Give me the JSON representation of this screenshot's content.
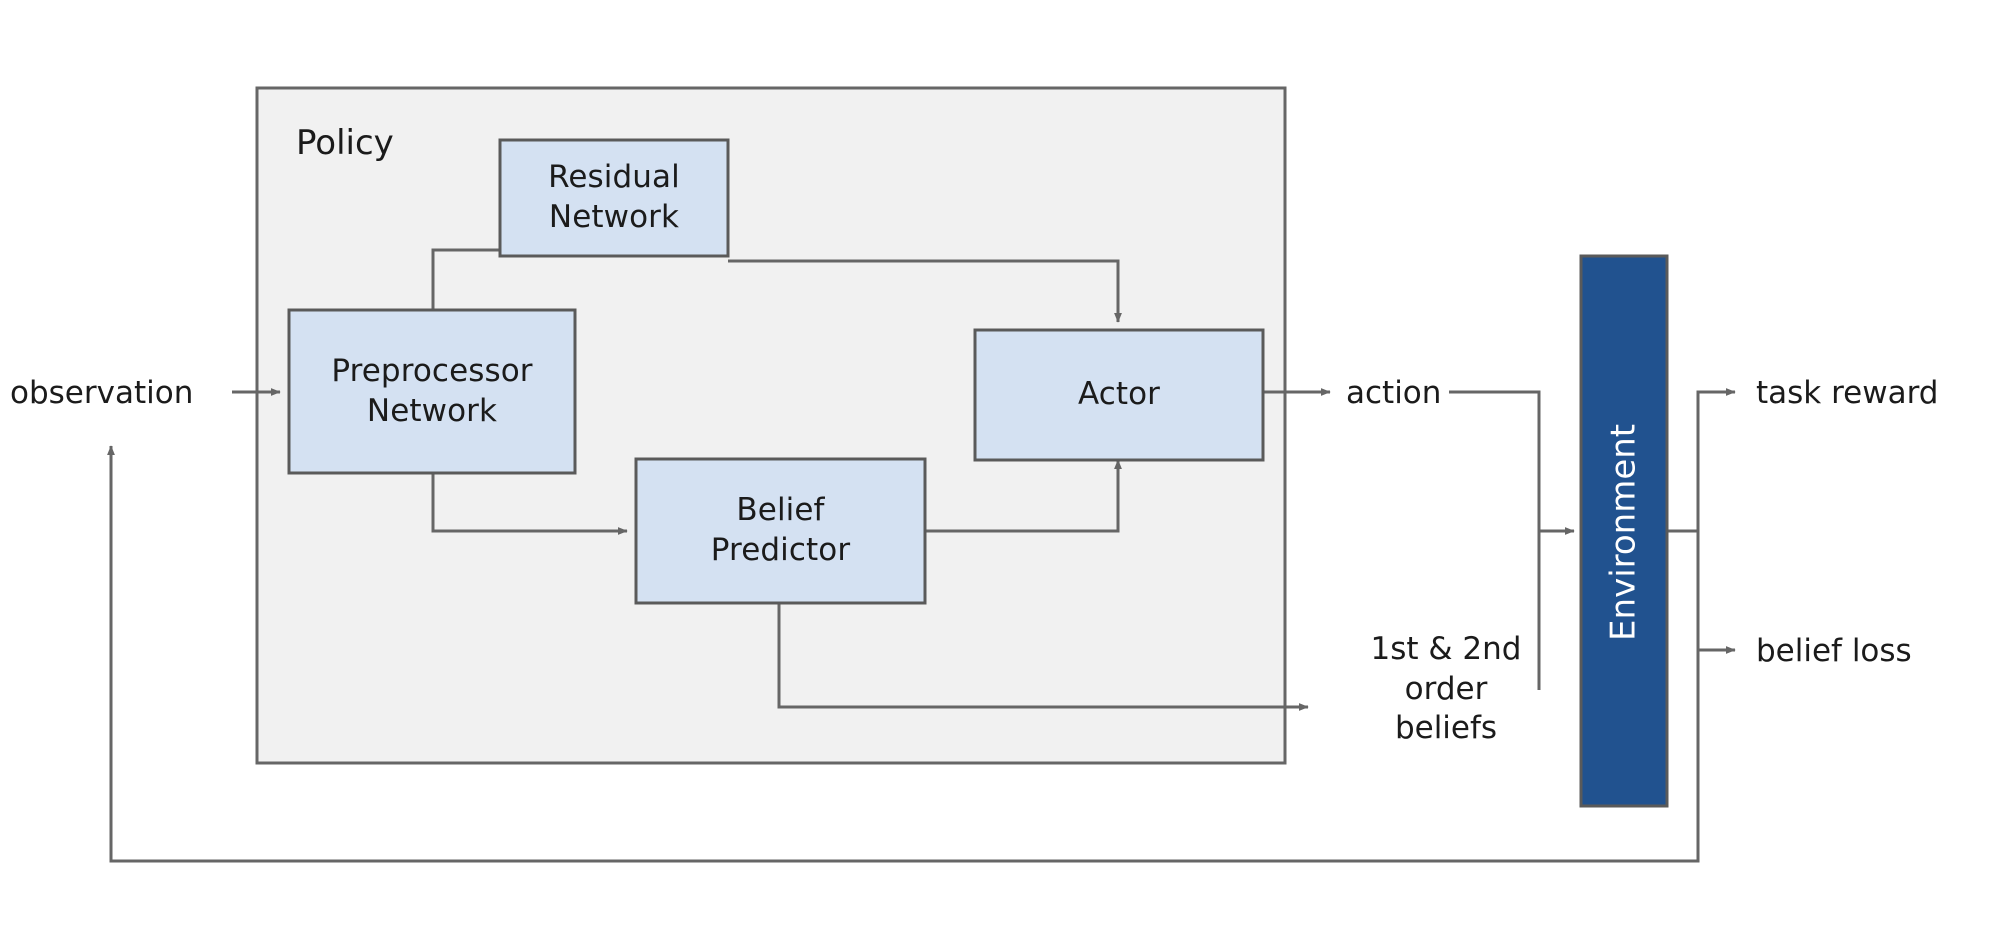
{
  "diagram": {
    "title": "Policy / Environment reinforcement learning loop",
    "colors": {
      "policy_fill": "#f1f1f1",
      "policy_stroke": "#666666",
      "node_fill": "#d4e1f2",
      "node_stroke": "#5a5a5a",
      "environment_fill": "#21528f",
      "environment_stroke": "#5a5a5a",
      "edge_stroke": "#666666",
      "text": "#1b1b1b",
      "environment_text": "#ffffff",
      "background": "#ffffff"
    },
    "group": {
      "label": "Policy"
    },
    "nodes": [
      {
        "id": "preprocessor",
        "label": "Preprocessor\nNetwork"
      },
      {
        "id": "residual",
        "label": "Residual\nNetwork"
      },
      {
        "id": "belief_predictor",
        "label": "Belief\nPredictor"
      },
      {
        "id": "actor",
        "label": "Actor"
      },
      {
        "id": "environment",
        "label": "Environment"
      }
    ],
    "edge_labels": [
      {
        "id": "observation",
        "label": "observation"
      },
      {
        "id": "action",
        "label": "action"
      },
      {
        "id": "beliefs",
        "label": "1st & 2nd\norder\nbeliefs"
      },
      {
        "id": "task_reward",
        "label": "task reward"
      },
      {
        "id": "belief_loss",
        "label": "belief loss"
      }
    ]
  }
}
